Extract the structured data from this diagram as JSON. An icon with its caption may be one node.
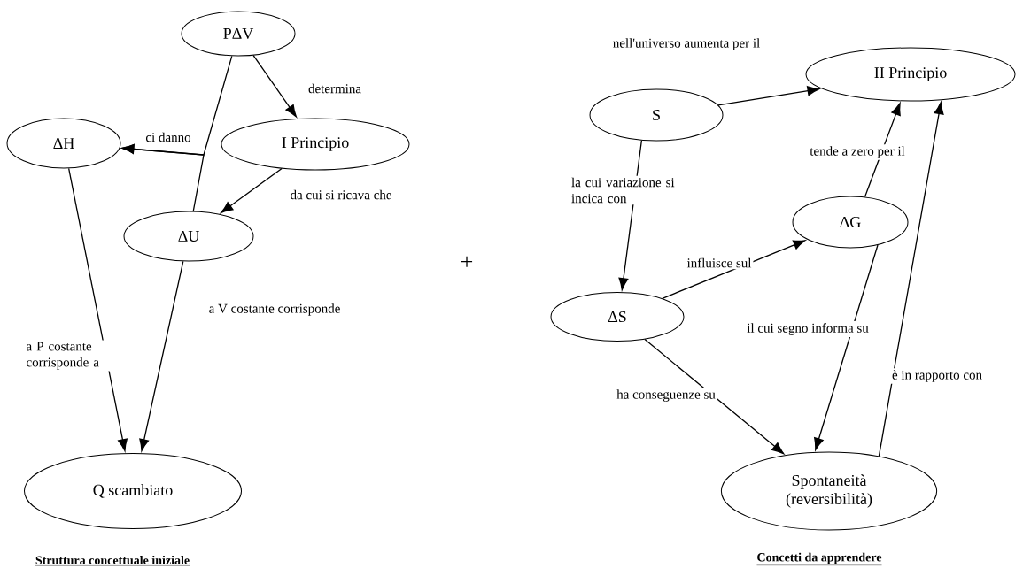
{
  "diagram": {
    "nodes": [
      {
        "text": [
          "PΔV"
        ]
      },
      {
        "text": [
          "ΔH"
        ]
      },
      {
        "text": [
          "I Principio"
        ]
      },
      {
        "text": [
          "ΔU"
        ]
      },
      {
        "text": [
          "Q scambiato"
        ]
      },
      {
        "text": [
          "S"
        ]
      },
      {
        "text": [
          "II Principio"
        ]
      },
      {
        "text": [
          "ΔG"
        ]
      },
      {
        "text": [
          "ΔS"
        ]
      },
      {
        "text": [
          "Spontaneità (reversibilità)"
        ]
      }
    ],
    "edges": [
      {
        "from": 0,
        "to": 2,
        "arrow": "to",
        "label": "determina"
      },
      {
        "from": 0,
        "to": 1,
        "arrow": "to",
        "label": "ci danno"
      },
      {
        "from": 3,
        "to": 1,
        "arrow": "to"
      },
      {
        "from": 2,
        "to": 3,
        "arrow": "to",
        "label": "da cui si ricava che"
      },
      {
        "from": 1,
        "to": 4,
        "arrow": "to",
        "label": "a P costante corrisponde a"
      },
      {
        "from": 3,
        "to": 4,
        "arrow": "to",
        "label": "a V costante corrisponde"
      },
      {
        "from": 5,
        "to": 6,
        "arrow": "to",
        "label": "nell'universo aumenta per il"
      },
      {
        "from": 5,
        "to": 8,
        "arrow": "to",
        "label": "la cui variazione si incica con"
      },
      {
        "from": 8,
        "to": 7,
        "arrow": "to",
        "label": "influisce sul"
      },
      {
        "from": 7,
        "to": 6,
        "arrow": "to",
        "label": "tende a zero per il"
      },
      {
        "from": 7,
        "to": 9,
        "arrow": "to",
        "label": "il cui segno informa su"
      },
      {
        "from": 8,
        "to": 9,
        "arrow": "to",
        "label": "ha conseguenze su"
      },
      {
        "from": 9,
        "to": 6,
        "arrow": "to",
        "label": "è in rapporto con"
      }
    ],
    "labels": [
      "+",
      "Struttura concettuale iniziale",
      "Concetti da apprendere"
    ]
  }
}
